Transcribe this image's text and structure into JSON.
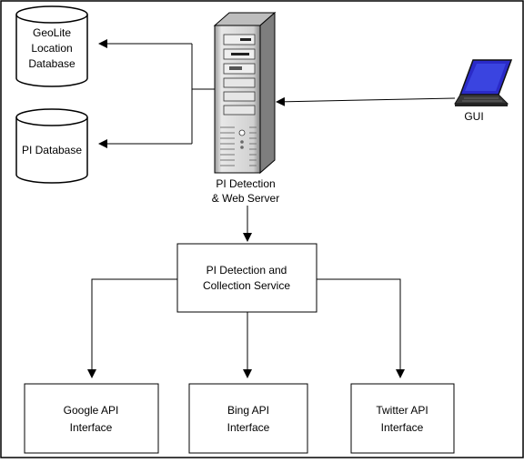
{
  "nodes": {
    "geolite_db": {
      "lines": [
        "GeoLite",
        "Location",
        "Database"
      ]
    },
    "pi_db": {
      "lines": [
        "PI Database"
      ]
    },
    "server": {
      "lines": [
        "PI Detection",
        "& Web Server"
      ]
    },
    "gui": {
      "lines": [
        "GUI"
      ]
    },
    "service": {
      "lines": [
        "PI Detection and",
        "Collection Service"
      ]
    },
    "google": {
      "lines": [
        "Google API",
        "Interface"
      ]
    },
    "bing": {
      "lines": [
        "Bing API",
        "Interface"
      ]
    },
    "twitter": {
      "lines": [
        "Twitter API",
        "Interface"
      ]
    }
  },
  "colors": {
    "stroke": "#000000",
    "server_body": "#d4d4d4",
    "server_dark": "#8c8c8c",
    "laptop_screen": "#2a2ac8",
    "laptop_body": "#3a3a3a"
  }
}
